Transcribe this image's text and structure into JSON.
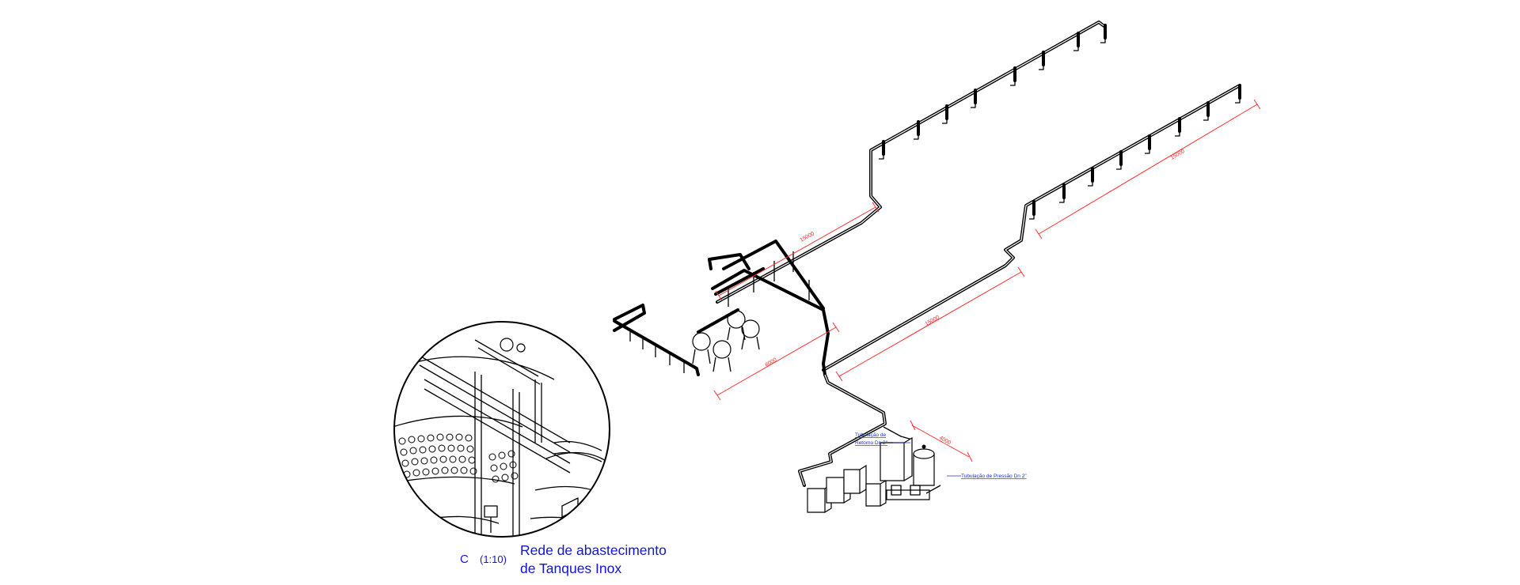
{
  "detail_caption": {
    "letter": "C",
    "scale": "(1:10)",
    "title_line1": "Rede de abastecimento",
    "title_line2": "de Tanques Inox"
  },
  "annotations": {
    "return_pipe_line1": "Tubulação de",
    "return_pipe_line2": "Retorno  Dn 2\"",
    "pressure_pipe": "Tubulação de Pressão  Dn 2\""
  },
  "dimensions": {
    "upper_run": "15000",
    "lower_run": "15000",
    "right_branch": "15000",
    "left_branch": "6000",
    "pump_run": "4000"
  },
  "colors": {
    "lines": "#000000",
    "dimension": "#ff2a2a",
    "annotation": "#1f2fd6",
    "caption": "#1414d4"
  }
}
